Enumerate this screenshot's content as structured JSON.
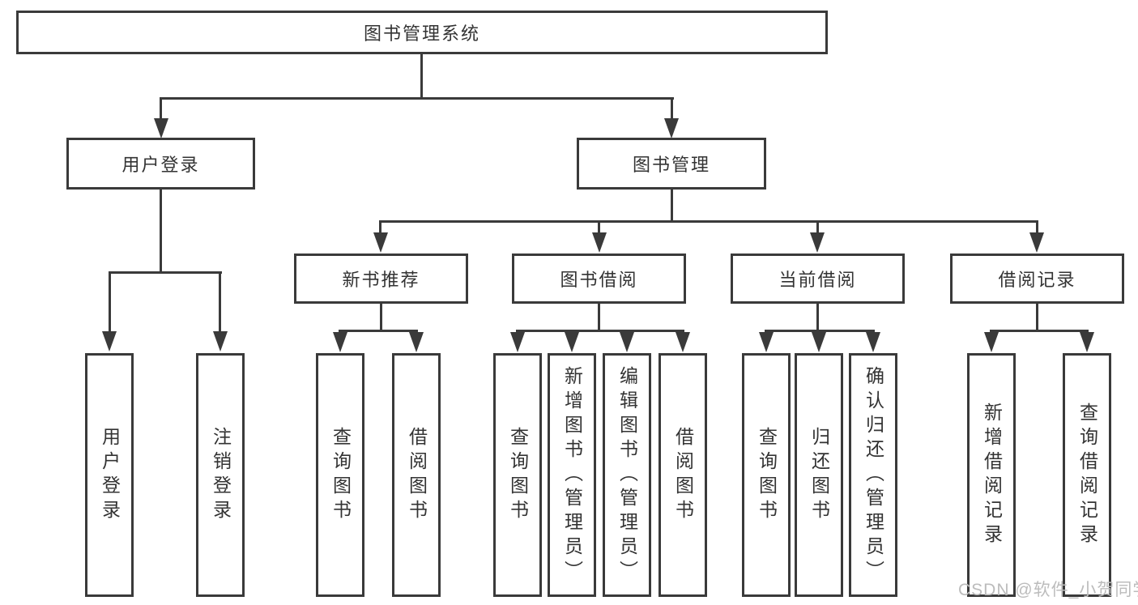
{
  "diagram": {
    "title": "图书管理系统",
    "level2": {
      "user_login": "用户登录",
      "book_mgmt": "图书管理"
    },
    "level3": {
      "new_book_rec": "新书推荐",
      "book_borrow": "图书借阅",
      "current_borrow": "当前借阅",
      "borrow_record": "借阅记录"
    },
    "leaves": {
      "user_login": "用户登录",
      "logout": "注销登录",
      "nb_query": "查询图书",
      "nb_borrow": "借阅图书",
      "bb_query": "查询图书",
      "bb_add": "新增图书（管理员）",
      "bb_edit": "编辑图书（管理员）",
      "bb_borrow": "借阅图书",
      "cb_query": "查询图书",
      "cb_return": "归还图书",
      "cb_confirm": "确认归还（管理员）",
      "br_add": "新增借阅记录",
      "br_query": "查询借阅记录"
    }
  },
  "watermark": "CSDN @软件_小贺同学",
  "colors": {
    "line": "#3a3a3a",
    "text": "#333333",
    "watermark": "#bcbcbc",
    "background": "#ffffff"
  }
}
